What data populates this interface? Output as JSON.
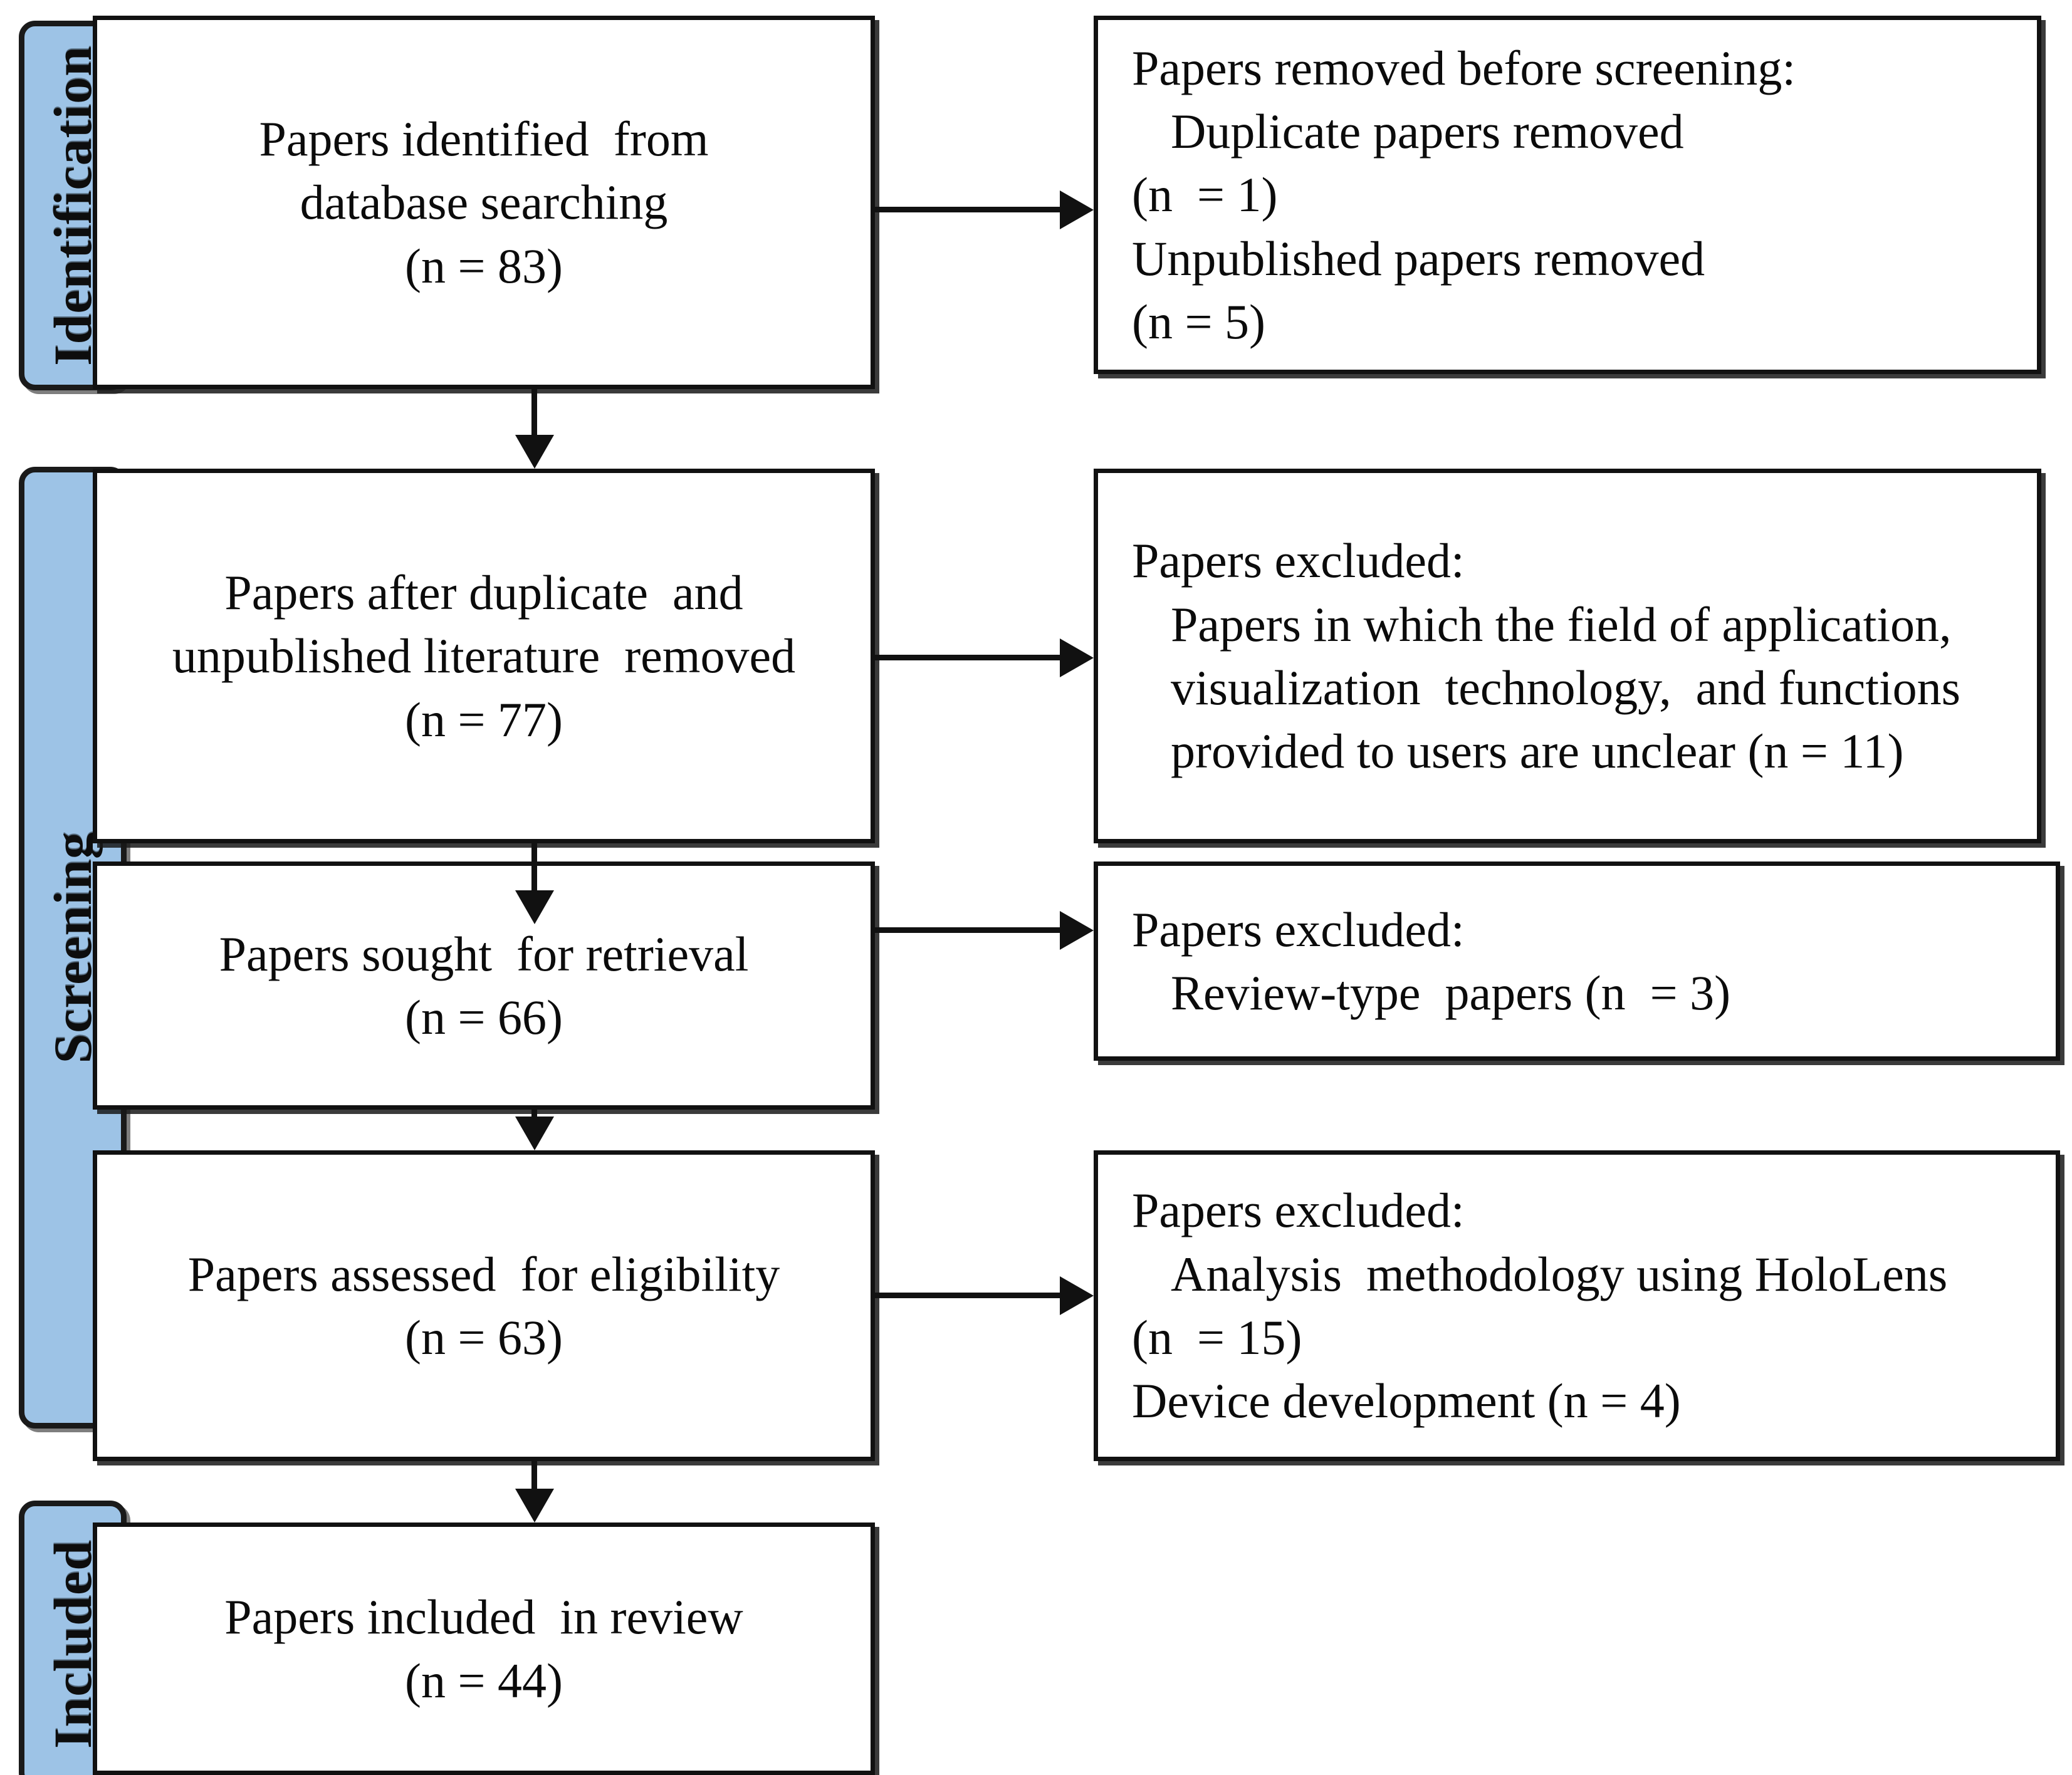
{
  "diagram": {
    "title": "PRISMA flow diagram",
    "accent_color": "#9DC3E6",
    "line_color": "#111111",
    "background": "#ffffff"
  },
  "phases": [
    {
      "id": "identification",
      "label": "Identification"
    },
    {
      "id": "screening",
      "label": "Screening"
    },
    {
      "id": "included",
      "label": "Included"
    }
  ],
  "boxes": {
    "identified": {
      "line1": "Papers identified  from",
      "line2": "database searching",
      "line3": "(n = 83)"
    },
    "removed_before": {
      "line1": "Papers removed before screening:",
      "line2": "Duplicate papers removed",
      "line3": "(n  = 1)",
      "line4": "Unpublished papers removed",
      "line5": "(n = 5)"
    },
    "after_duplicate": {
      "line1": "Papers after duplicate  and",
      "line2": "unpublished literature  removed",
      "line3": "(n = 77)"
    },
    "excluded_field": {
      "line1": "Papers excluded:",
      "line2": "Papers in which the field of application,",
      "line3": "visualization  technology,  and functions",
      "line4": "provided to users are unclear (n = 11)"
    },
    "sought": {
      "line1": "Papers sought  for retrieval",
      "line2": "(n = 66)"
    },
    "excluded_review": {
      "line1": "Papers excluded:",
      "line2": "Review-type  papers (n  = 3)"
    },
    "assessed": {
      "line1": "Papers assessed  for eligibility",
      "line2": "(n = 63)"
    },
    "excluded_method": {
      "line1": "Papers excluded:",
      "line2": "Analysis  methodology using HoloLens",
      "line3": "(n  = 15)",
      "line4": "Device development (n = 4)"
    },
    "included_review": {
      "line1": "Papers included  in review",
      "line2": "(n = 44)"
    }
  },
  "chart_data": {
    "type": "diagram",
    "title": "PRISMA flow diagram",
    "nodes": [
      {
        "id": "identified",
        "phase": "Identification",
        "label": "Papers identified from database searching",
        "n": 83
      },
      {
        "id": "removed_before",
        "phase": "Identification",
        "label": "Papers removed before screening",
        "items": [
          {
            "label": "Duplicate papers removed",
            "n": 1
          },
          {
            "label": "Unpublished papers removed",
            "n": 5
          }
        ]
      },
      {
        "id": "after_duplicate",
        "phase": "Screening",
        "label": "Papers after duplicate and unpublished literature removed",
        "n": 77
      },
      {
        "id": "excluded_field",
        "phase": "Screening",
        "label": "Papers excluded",
        "items": [
          {
            "label": "Papers in which the field of application, visualization technology, and functions provided to users are unclear",
            "n": 11
          }
        ]
      },
      {
        "id": "sought",
        "phase": "Screening",
        "label": "Papers sought for retrieval",
        "n": 66
      },
      {
        "id": "excluded_review",
        "phase": "Screening",
        "label": "Papers excluded",
        "items": [
          {
            "label": "Review-type papers",
            "n": 3
          }
        ]
      },
      {
        "id": "assessed",
        "phase": "Screening",
        "label": "Papers assessed for eligibility",
        "n": 63
      },
      {
        "id": "excluded_method",
        "phase": "Screening",
        "label": "Papers excluded",
        "items": [
          {
            "label": "Analysis methodology using HoloLens",
            "n": 15
          },
          {
            "label": "Device development",
            "n": 4
          }
        ]
      },
      {
        "id": "included_review",
        "phase": "Included",
        "label": "Papers included in review",
        "n": 44
      }
    ],
    "edges": [
      {
        "from": "identified",
        "to": "removed_before",
        "direction": "right"
      },
      {
        "from": "identified",
        "to": "after_duplicate",
        "direction": "down"
      },
      {
        "from": "after_duplicate",
        "to": "excluded_field",
        "direction": "right"
      },
      {
        "from": "after_duplicate",
        "to": "sought",
        "direction": "down"
      },
      {
        "from": "sought",
        "to": "excluded_review",
        "direction": "right"
      },
      {
        "from": "sought",
        "to": "assessed",
        "direction": "down"
      },
      {
        "from": "assessed",
        "to": "excluded_method",
        "direction": "right"
      },
      {
        "from": "assessed",
        "to": "included_review",
        "direction": "down"
      }
    ]
  }
}
